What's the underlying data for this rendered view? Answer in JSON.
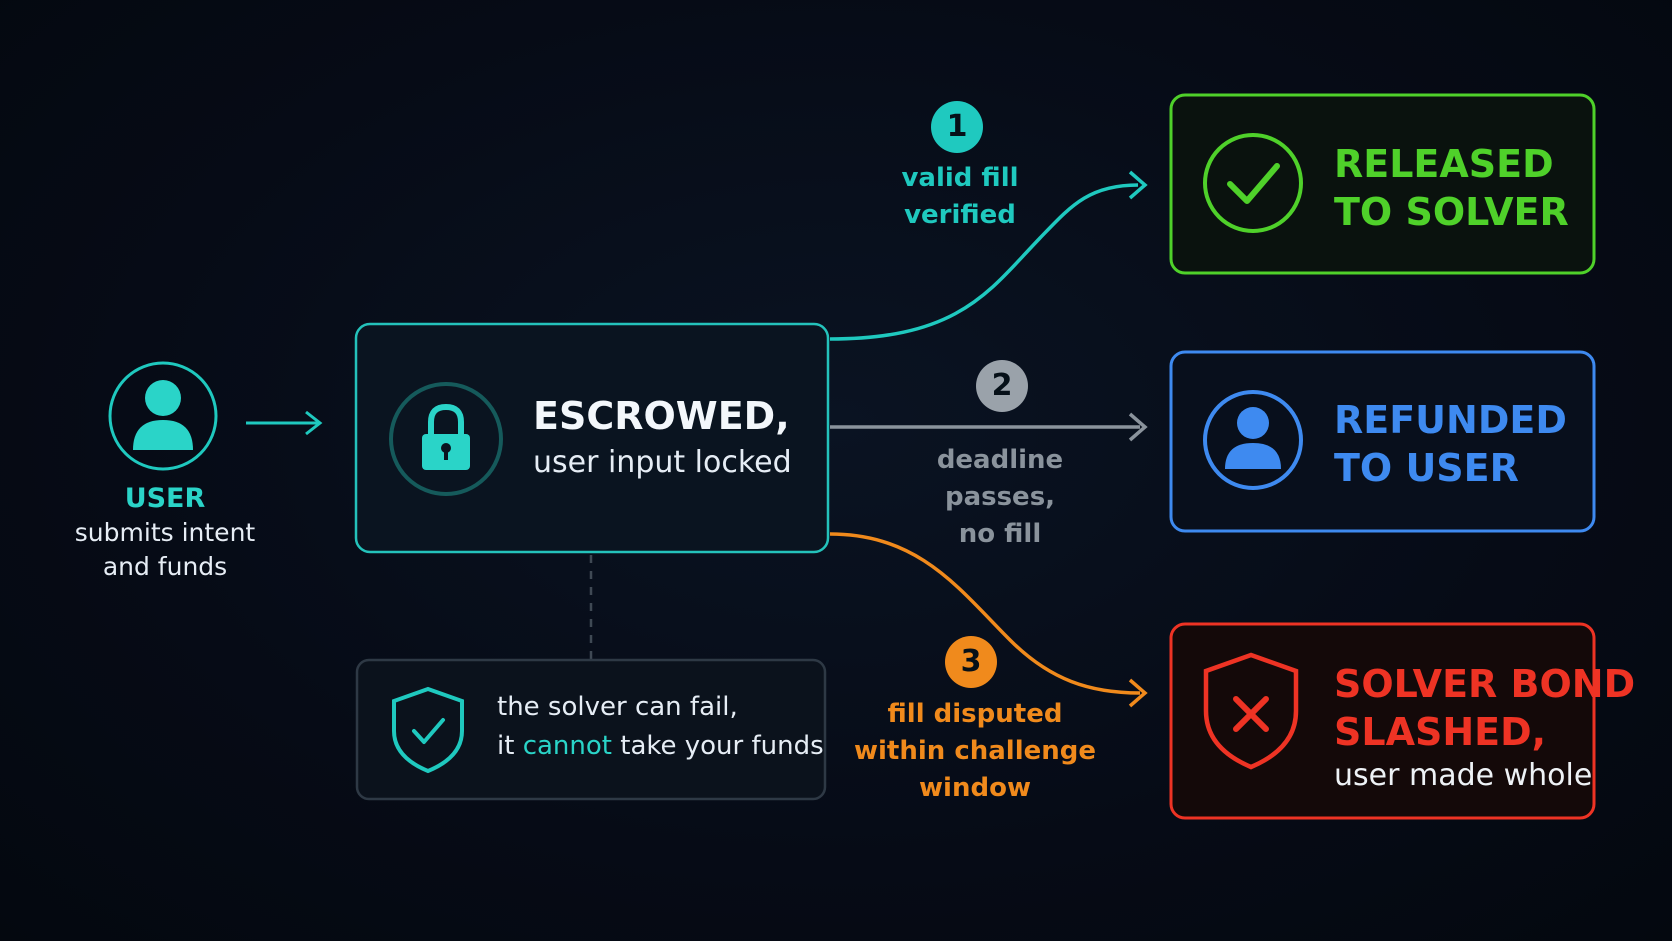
{
  "user": {
    "title": "USER",
    "line1": "submits intent",
    "line2": "and funds"
  },
  "escrow": {
    "title": "ESCROWED,",
    "subtitle": "user input locked"
  },
  "note": {
    "line1": "the solver can fail,",
    "line2_before": "it ",
    "line2_accent": "cannot",
    "line2_after": " take your funds"
  },
  "paths": [
    {
      "number": "1",
      "label_line1": "valid fill",
      "label_line2": "verified",
      "color": "#1fc9bf"
    },
    {
      "number": "2",
      "label_line1": "deadline passes,",
      "label_line2": "no fill",
      "color": "#8a939c"
    },
    {
      "number": "3",
      "label_line1": "fill disputed",
      "label_line2": "within challenge",
      "label_line3": "window",
      "color": "#f08a1c"
    }
  ],
  "outcomes": {
    "released": {
      "line1": "RELEASED",
      "line2": "TO SOLVER",
      "color": "#4fd12a",
      "icon": "check-circle-icon"
    },
    "refunded": {
      "line1": "REFUNDED",
      "line2": "TO USER",
      "color": "#3e8af0",
      "icon": "user-icon"
    },
    "slashed": {
      "line1": "SOLVER BOND",
      "line2": "SLASHED,",
      "line3": "user made whole",
      "color": "#ee3324",
      "icon": "shield-x-icon"
    }
  },
  "colors": {
    "teal": "#2ad4c8",
    "background": "#050a14"
  }
}
